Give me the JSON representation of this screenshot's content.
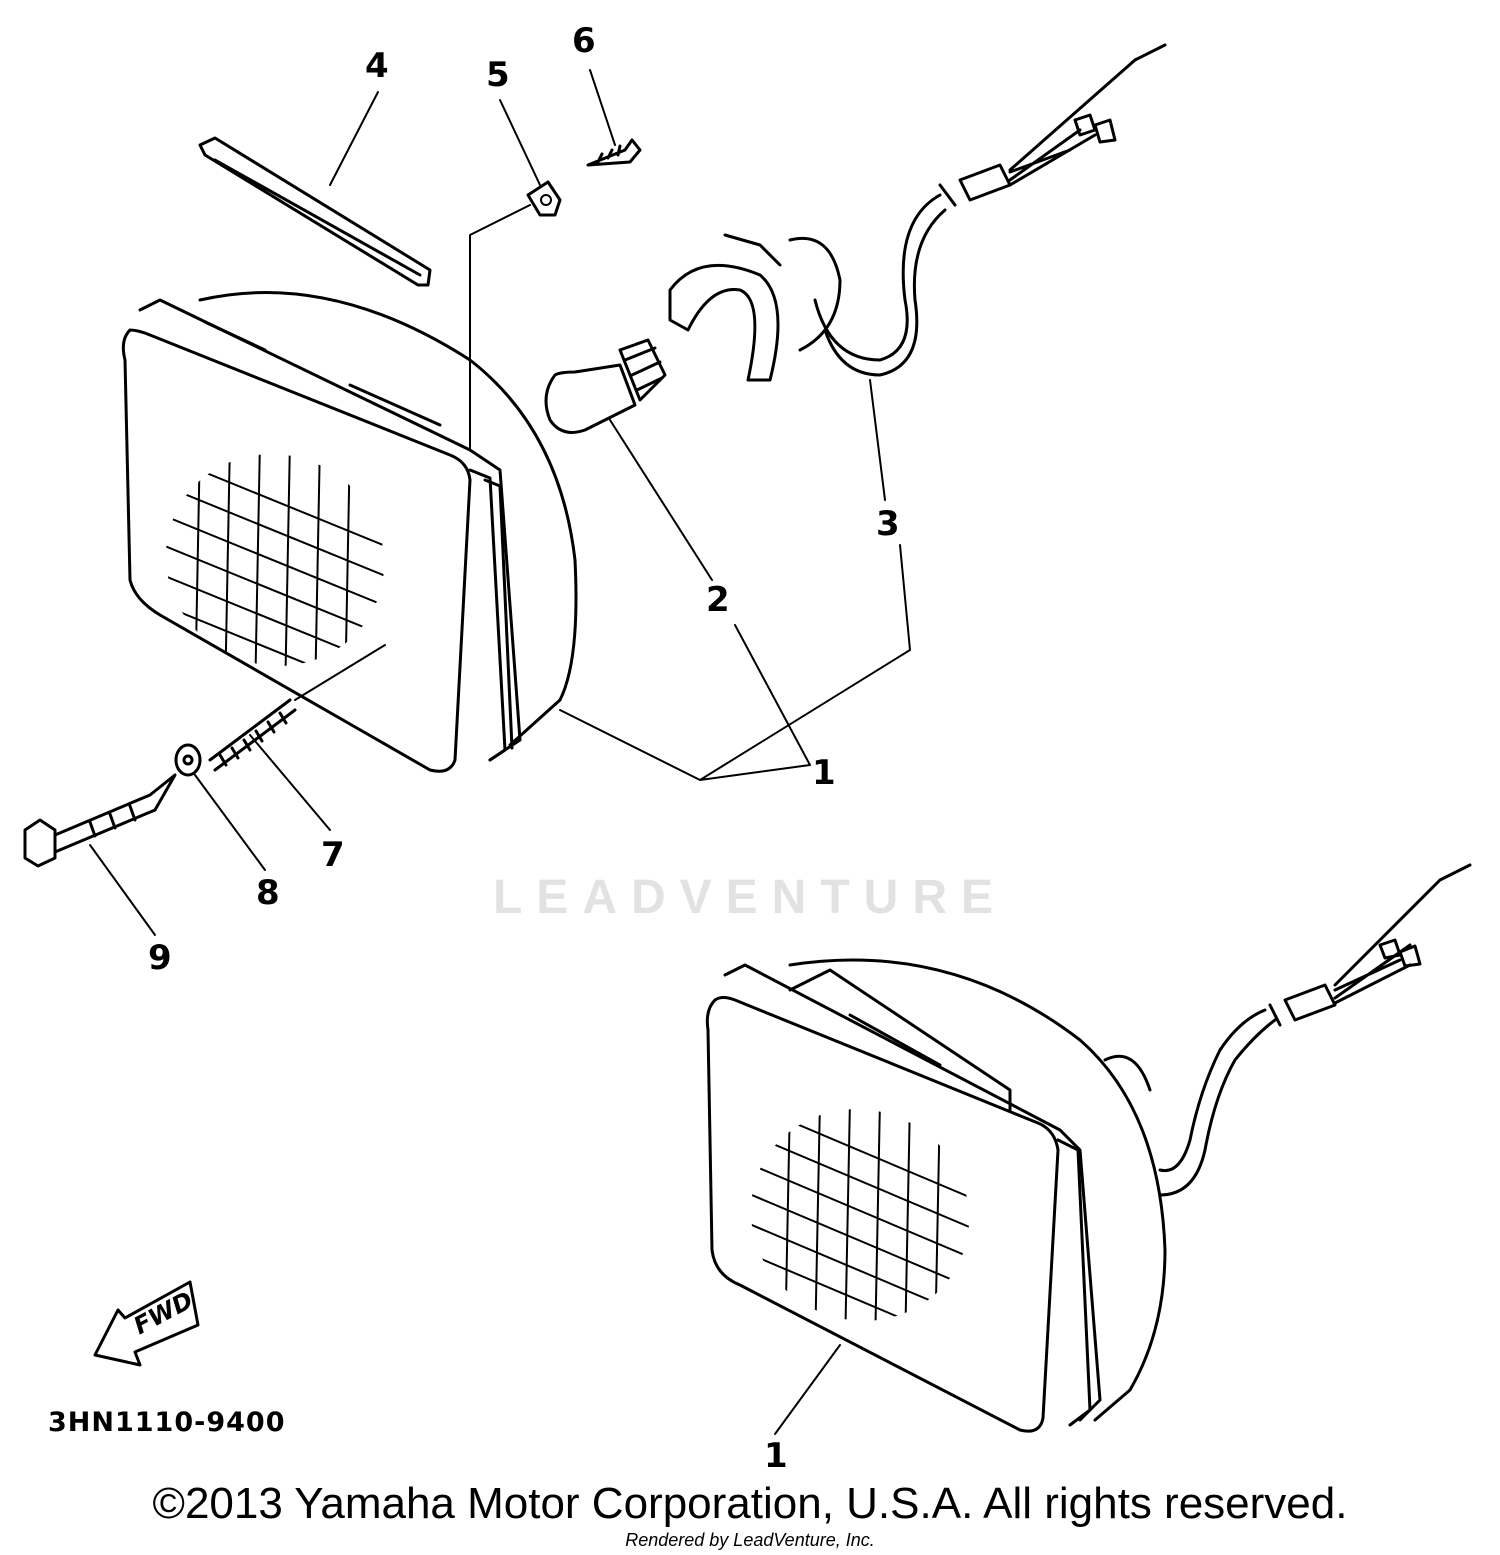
{
  "diagram": {
    "callouts": {
      "c1a": "1",
      "c2": "2",
      "c3": "3",
      "c4": "4",
      "c5": "5",
      "c6": "6",
      "c7": "7",
      "c8": "8",
      "c9": "9",
      "c1b": "1"
    },
    "fwd_label": "FWD",
    "diagram_code": "3HN1110-9400",
    "watermark": "LEADVENTURE",
    "copyright": "©2013 Yamaha Motor Corporation, U.S.A. All rights reserved.",
    "rendered_by": "Rendered by LeadVenture, Inc."
  },
  "colors": {
    "line": "#000000",
    "watermark": "#e2e2e2"
  }
}
